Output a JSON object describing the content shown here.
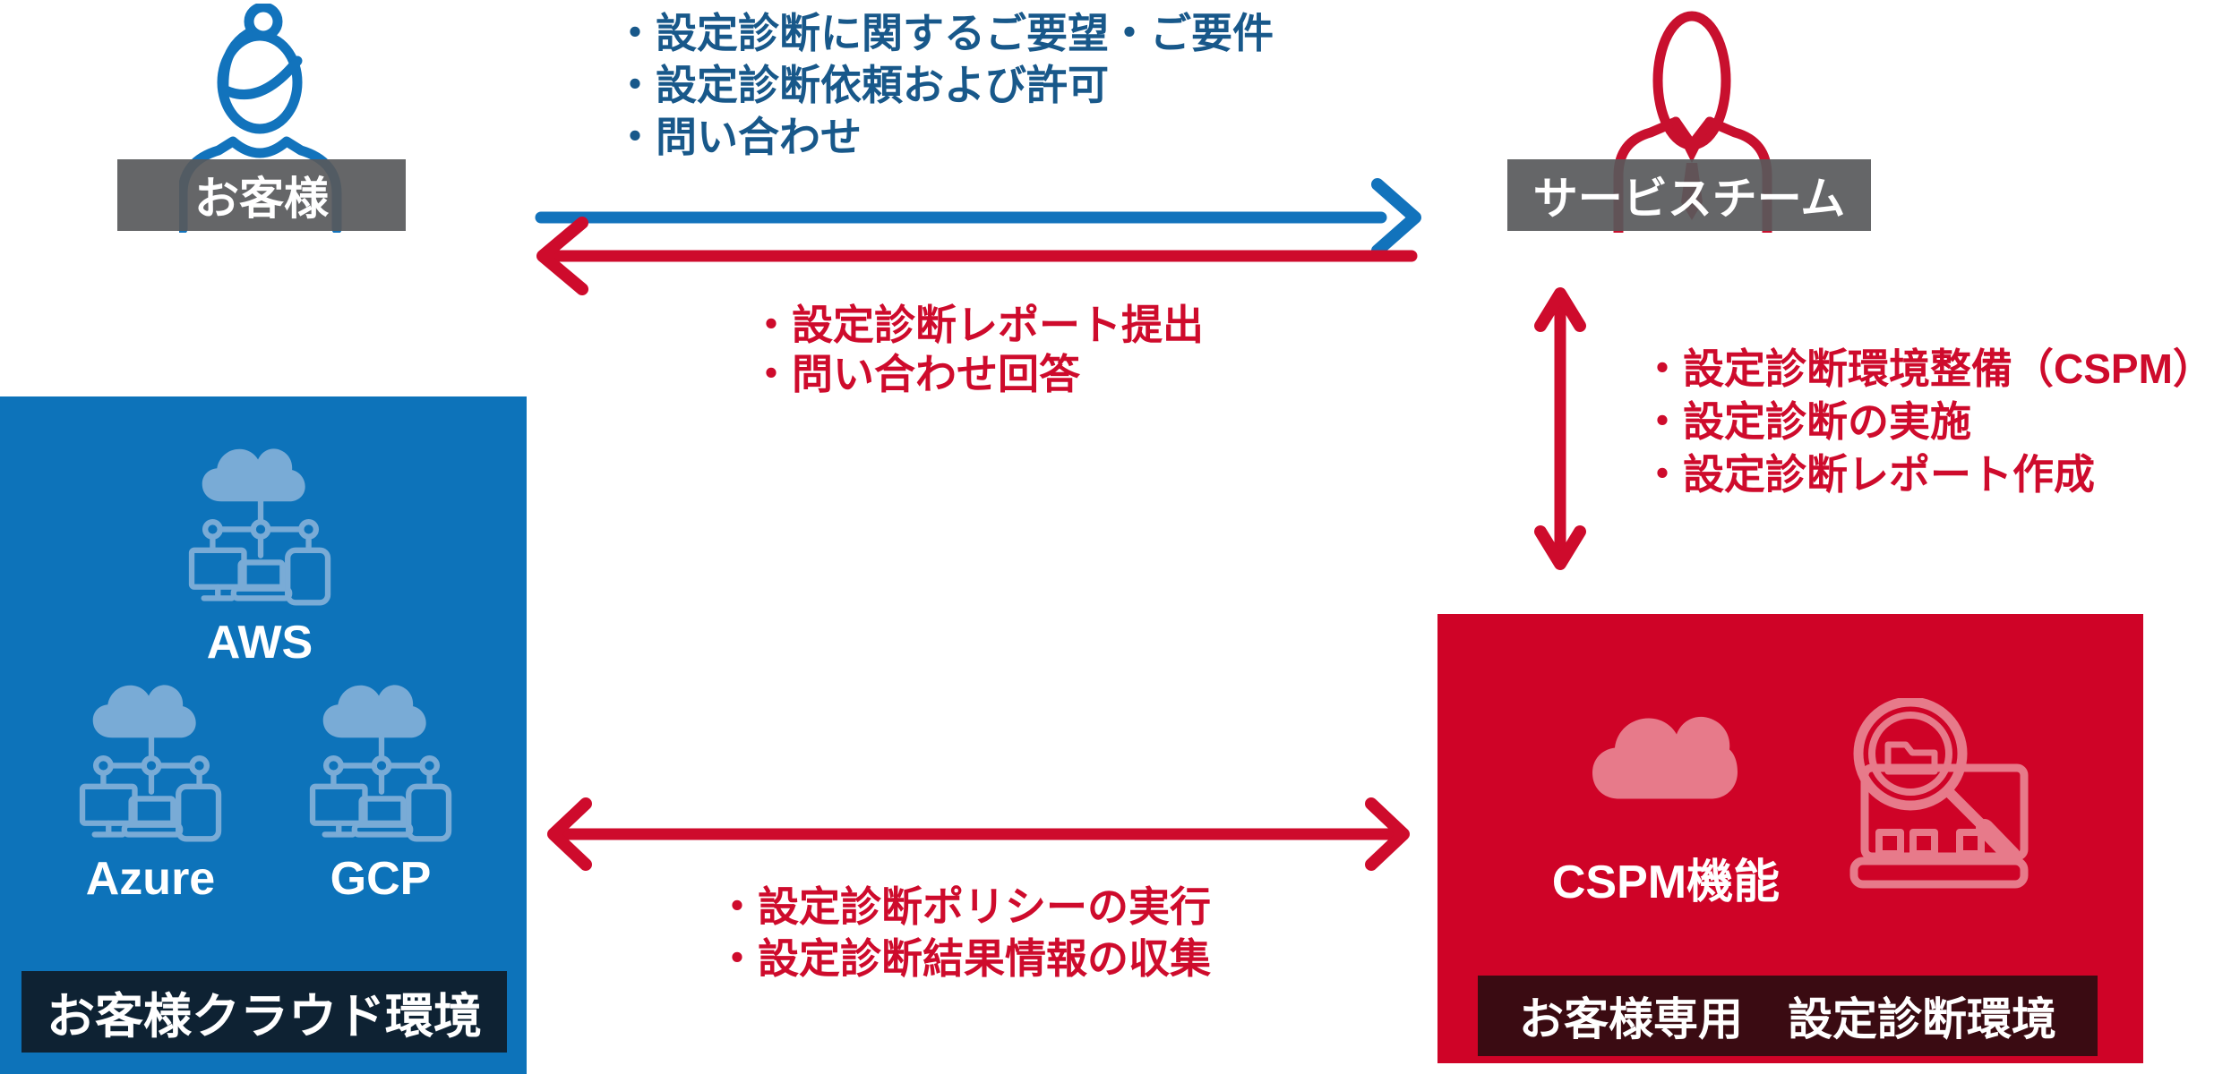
{
  "diagram": {
    "actors": {
      "customer": {
        "label": "お客様"
      },
      "service_team": {
        "label": "サービスチーム"
      }
    },
    "exchanges": {
      "customer_to_service": [
        "・設定診断に関するご要望・ご要件",
        "・設定診断依頼および許可",
        "・問い合わせ"
      ],
      "service_to_customer": [
        "・設定診断レポート提出",
        "・問い合わせ回答"
      ],
      "service_team_tasks": [
        "・設定診断環境整備（CSPM）",
        "・設定診断の実施",
        "・設定診断レポート作成"
      ],
      "cspm_to_cloud": [
        "・設定診断ポリシーの実行",
        "・設定診断結果情報の収集"
      ]
    },
    "customer_cloud": {
      "providers": [
        "AWS",
        "Azure",
        "GCP"
      ],
      "caption": "お客様クラウド環境"
    },
    "cspm_environment": {
      "function_label": "CSPM機能",
      "caption": "お客様専用　設定診断環境"
    },
    "icons": {
      "customer": "person-female-icon",
      "service_team": "person-suit-icon",
      "cloud_network": "cloud-network-icon",
      "cspm_cloud": "cloud-icon",
      "diagnosis": "magnifier-folder-icon"
    },
    "colors": {
      "blue": "#1273BC",
      "blue_box": "#0D73BA",
      "light_blue": "#79ABD6",
      "steel_text": "#18588A",
      "red": "#CE0B2C",
      "red_box": "#CF0327",
      "pink": "#E77A8A",
      "gray_label": "#58595B",
      "navy_label": "#0E2233",
      "maroon_label": "#3A0B12"
    }
  }
}
